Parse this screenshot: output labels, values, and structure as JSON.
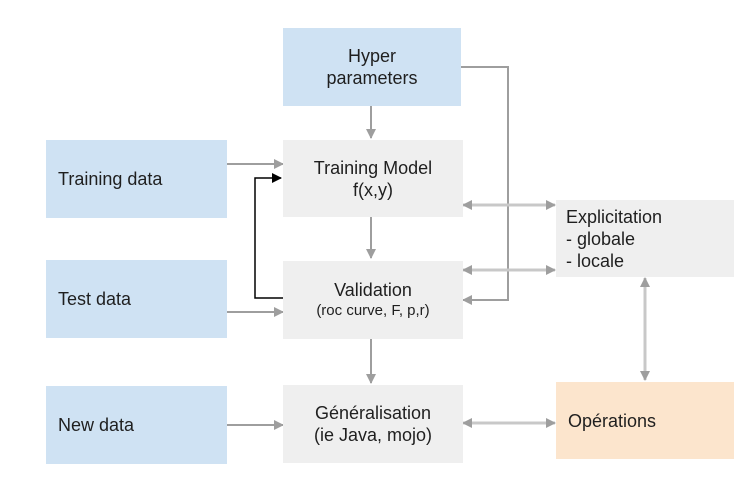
{
  "nodes": {
    "hyper": {
      "lines": [
        "Hyper",
        "parameters"
      ]
    },
    "training_data": {
      "label": "Training data"
    },
    "test_data": {
      "label": "Test data"
    },
    "new_data": {
      "label": "New data"
    },
    "training_model": {
      "lines": [
        "Training Model",
        "f(x,y)"
      ]
    },
    "validation": {
      "line1": "Validation",
      "line2": "(roc curve, F, p,r)"
    },
    "generalisation": {
      "lines": [
        "Généralisation",
        "(ie Java, mojo)"
      ]
    },
    "explicitation": {
      "lines": [
        "Explicitation",
        "- globale",
        "- locale"
      ]
    },
    "operations": {
      "label": "Opérations"
    }
  },
  "colors": {
    "input_box": "#cfe2f3",
    "process_box": "#efefef",
    "operations_box": "#fce5cd",
    "arrow_grey": "#999999",
    "arrow_dark": "#000000",
    "text": "#1f1f1f"
  }
}
